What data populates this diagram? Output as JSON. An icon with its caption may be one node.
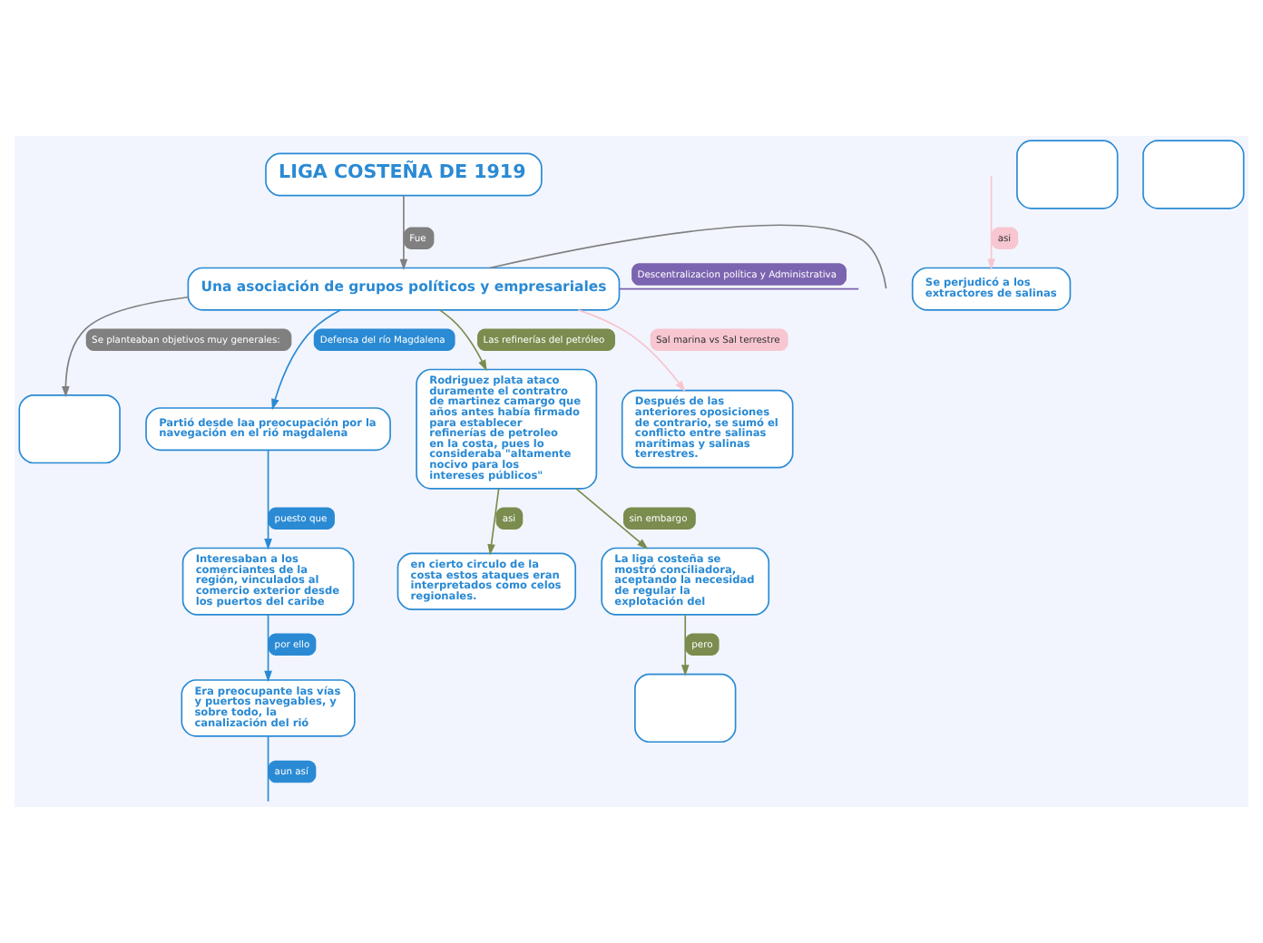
{
  "diagram": {
    "nodes": [
      {
        "text": [
          "LIGA COSTEÑA DE 1919"
        ]
      },
      {
        "text": [
          "Una asociación de grupos políticos y empresariales"
        ]
      },
      {
        "text": [],
        "shape": "box"
      },
      {
        "text": [
          "Partió desde laa preocupación por la navegación en el rió magdalena"
        ]
      },
      {
        "text": [
          "Interesaban a los comerciantes de la región, vinculados al comercio exterior desde los puertos del caribe"
        ]
      },
      {
        "text": [
          "Era preocupante las vías y puertos navegables, y sobre todo, la canalización del rió"
        ]
      },
      {
        "text": [
          "Rodriguez plata ataco duramente el contratro de martinez camargo que años antes había firmado para establecer refinerías de petroleo en la costa, pues lo consideraba \"altamente nocivo para los intereses públicos\""
        ]
      },
      {
        "text": [
          "en cierto circulo de la costa estos ataques eran interpretados como celos regionales."
        ]
      },
      {
        "text": [
          "La liga costeña se mostró conciliadora, aceptando la necesidad de regular la explotación del"
        ]
      },
      {
        "text": [
          "Después de las anteriores oposiciones de contrario, se sumó el conflicto entre salinas marítimas y salinas terrestres."
        ]
      },
      {
        "text": [
          "Se perjudicó a los extractores de salinas"
        ]
      },
      {
        "text": [],
        "shape": "box"
      },
      {
        "text": [],
        "shape": "box"
      },
      {
        "text": [],
        "shape": "box"
      }
    ],
    "edges": [
      {
        "from": 0,
        "to": 1,
        "arrow": "to",
        "label": "Fue",
        "color": "#808080"
      },
      {
        "from": 1,
        "to": null,
        "arrow": "none",
        "color": "#808080"
      },
      {
        "from": 1,
        "to": 2,
        "arrow": "to",
        "label": "Se planteaban objetivos muy generales:",
        "color": "#808080"
      },
      {
        "from": 1,
        "to": 3,
        "arrow": "to",
        "label": "Defensa del río Magdalena"
      },
      {
        "from": 1,
        "to": 6,
        "arrow": "to",
        "label": "Las refinerías del petróleo",
        "color": "#7a8c4e"
      },
      {
        "from": 1,
        "to": 9,
        "arrow": "to",
        "label": "Sal marina vs Sal terrestre",
        "color": "#f7c6d0"
      },
      {
        "from": 1,
        "to": null,
        "arrow": "none",
        "label": "Descentralizacion política y Administrativa",
        "color": "#7b64b0"
      },
      {
        "from": 3,
        "to": 4,
        "arrow": "to",
        "label": "puesto que"
      },
      {
        "from": 4,
        "to": 5,
        "arrow": "to",
        "label": "por ello"
      },
      {
        "from": 5,
        "to": null,
        "arrow": "none",
        "label": "aun así"
      },
      {
        "from": 6,
        "to": 7,
        "arrow": "to",
        "label": "asi",
        "color": "#7a8c4e"
      },
      {
        "from": 6,
        "to": 8,
        "arrow": "to",
        "label": "sin embargo",
        "color": "#7a8c4e"
      },
      {
        "from": 8,
        "to": 11,
        "arrow": "to",
        "label": "pero",
        "color": "#7a8c4e"
      },
      {
        "from": null,
        "to": 10,
        "arrow": "to",
        "label": "asi",
        "color": "#f7c6d0"
      }
    ]
  }
}
